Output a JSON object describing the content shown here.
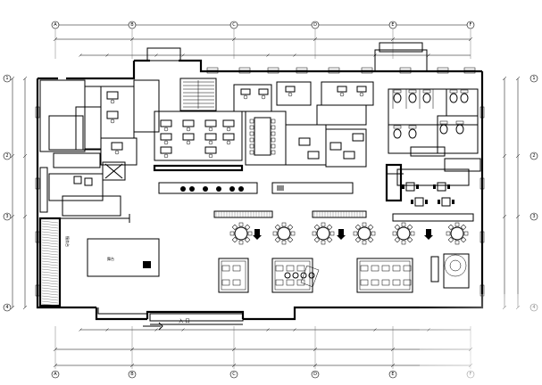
{
  "axes": {
    "top": [
      "A",
      "B",
      "C",
      "D",
      "E",
      "F"
    ],
    "bottom": [
      "A",
      "B",
      "C",
      "D",
      "E",
      "F"
    ],
    "left": [
      "1",
      "2",
      "3",
      "4"
    ],
    "right": [
      "1",
      "2",
      "3",
      "4"
    ]
  },
  "labels": {
    "entrance": "入 口",
    "left_counter": "服务台",
    "stage_area": "舞台"
  }
}
